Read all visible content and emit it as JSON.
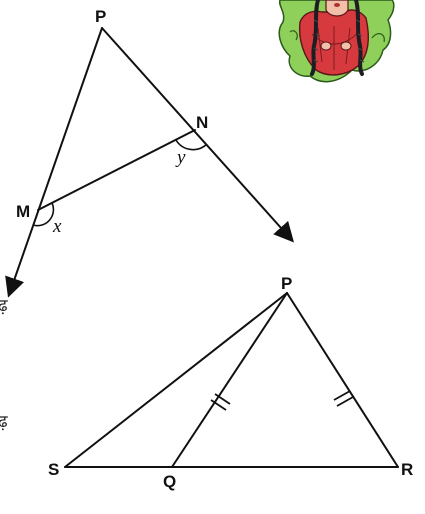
{
  "figure1": {
    "labels": {
      "P": "P",
      "N": "N",
      "M": "M"
    },
    "angles": {
      "x": "x",
      "y": "y"
    }
  },
  "figure2": {
    "labels": {
      "P": "P",
      "S": "S",
      "Q": "Q",
      "R": "R"
    }
  },
  "margin_text": [
    "ढ़",
    "ढ़"
  ],
  "colors": {
    "line": "#111111",
    "illustration_red": "#d0363a",
    "illustration_green": "#7fc64a"
  }
}
